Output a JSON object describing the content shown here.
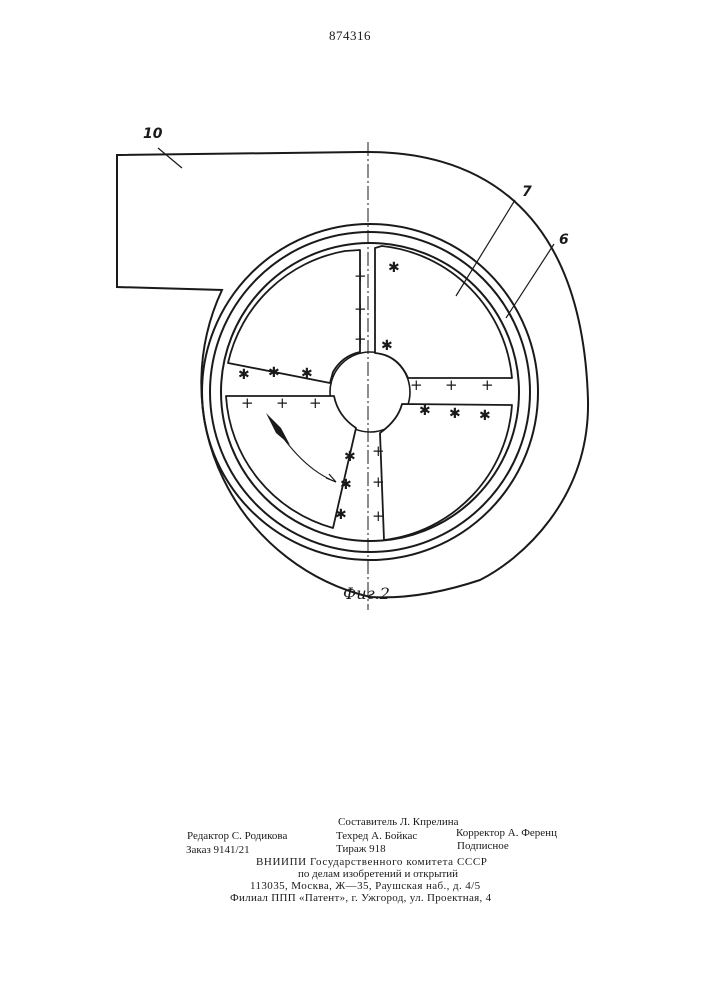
{
  "patent_number": "874316",
  "figure": {
    "caption": "Фиг.2",
    "labels": {
      "housing": "10",
      "rotor": "7",
      "chamber": "6"
    },
    "plus_sign": "+",
    "charge_symbol": "✱"
  },
  "imprint": {
    "compiler": "Составитель Л. Кпрелина",
    "editor": "Редактор С. Родикова",
    "techred": "Техред А. Бойкас",
    "corrector": "Корректор А. Ференц",
    "order": "Заказ 9141/21",
    "circulation": "Тираж 918",
    "subscription": "Подписное",
    "org_line1": "ВНИИПИ Государственного комитета СССР",
    "org_line2": "по делам изобретений и открытий",
    "address": "113035, Москва, Ж—35, Раушская наб., д. 4/5",
    "branch": "Филиал ППП «Патент», г. Ужгород, ул. Проектная, 4"
  }
}
